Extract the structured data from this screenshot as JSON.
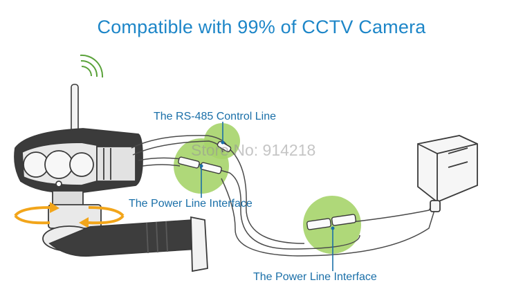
{
  "headline": "Compatible with 99% of CCTV Camera",
  "labels": {
    "rs485": "The RS-485 Control Line",
    "power_left": "The Power Line Interface",
    "power_right": "The Power Line Interface"
  },
  "watermark": "Store No: 914218",
  "colors": {
    "headline": "#1d86c8",
    "label": "#1a6fa8",
    "highlight": "#9fcf5f",
    "rotate_arrow": "#f2a51a",
    "line_art": "#3a3a3a"
  }
}
